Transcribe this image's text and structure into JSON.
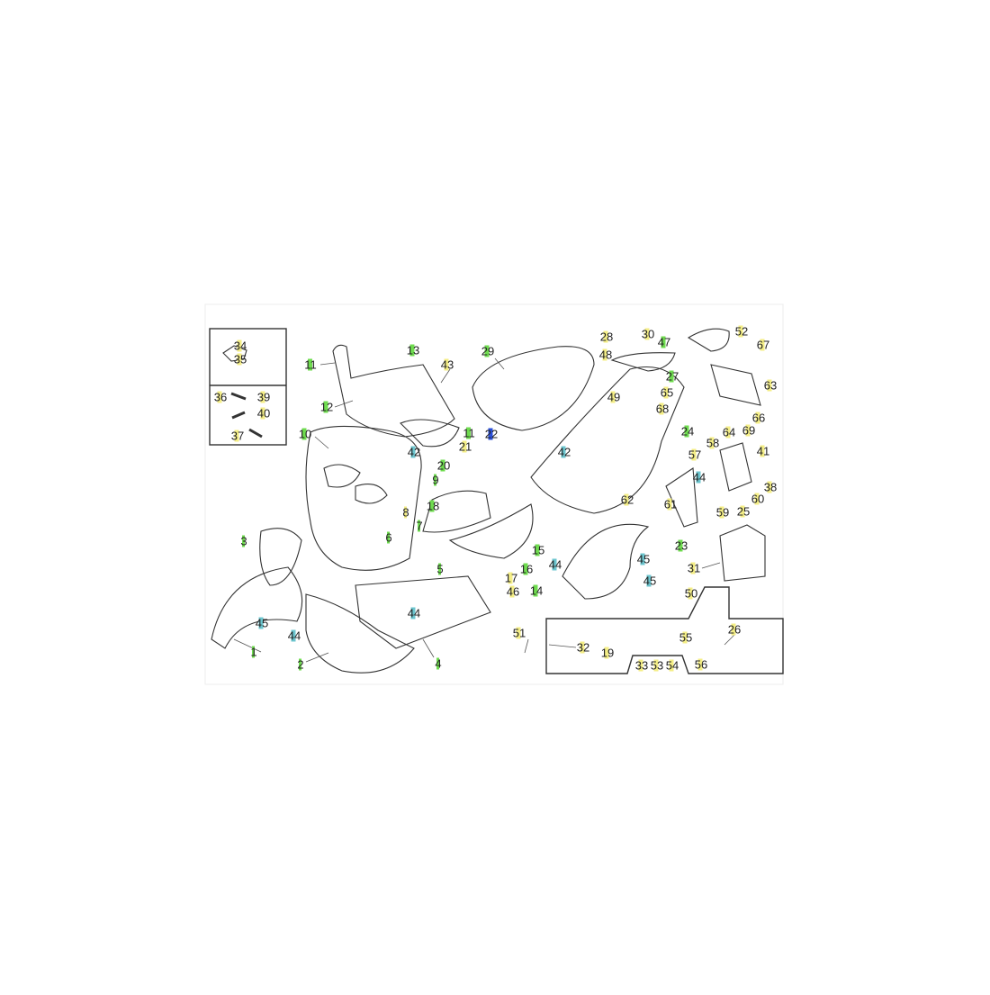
{
  "diagram": {
    "colors": {
      "green": "#6fdc4f",
      "yellow": "#f4ee86",
      "cyan": "#6cc6cf",
      "blue": "#2a4fd8",
      "line": "#333333"
    },
    "labels": [
      {
        "text": "34",
        "c": "y"
      },
      {
        "text": "35",
        "c": "y"
      },
      {
        "text": "36",
        "c": "y"
      },
      {
        "text": "39",
        "c": "y"
      },
      {
        "text": "40",
        "c": "y"
      },
      {
        "text": "37",
        "c": "y"
      },
      {
        "text": "11",
        "c": "g"
      },
      {
        "text": "13",
        "c": "g"
      },
      {
        "text": "43",
        "c": "y"
      },
      {
        "text": "29",
        "c": "g"
      },
      {
        "text": "28",
        "c": "y"
      },
      {
        "text": "30",
        "c": "y"
      },
      {
        "text": "48",
        "c": "y"
      },
      {
        "text": "47",
        "c": "g"
      },
      {
        "text": "52",
        "c": "y"
      },
      {
        "text": "67",
        "c": "y"
      },
      {
        "text": "12",
        "c": "g"
      },
      {
        "text": "49",
        "c": "y"
      },
      {
        "text": "27",
        "c": "g"
      },
      {
        "text": "65",
        "c": "y"
      },
      {
        "text": "63",
        "c": "y"
      },
      {
        "text": "68",
        "c": "y"
      },
      {
        "text": "66",
        "c": "y"
      },
      {
        "text": "24",
        "c": "g"
      },
      {
        "text": "64",
        "c": "y"
      },
      {
        "text": "69",
        "c": "y"
      },
      {
        "text": "10",
        "c": "g"
      },
      {
        "text": "11",
        "c": "g"
      },
      {
        "text": "22",
        "c": "b"
      },
      {
        "text": "21",
        "c": "y"
      },
      {
        "text": "42",
        "c": "c"
      },
      {
        "text": "42",
        "c": "c"
      },
      {
        "text": "58",
        "c": "y"
      },
      {
        "text": "41",
        "c": "y"
      },
      {
        "text": "57",
        "c": "y"
      },
      {
        "text": "44",
        "c": "c"
      },
      {
        "text": "38",
        "c": "y"
      },
      {
        "text": "20",
        "c": "g"
      },
      {
        "text": "9",
        "c": "g"
      },
      {
        "text": "62",
        "c": "y"
      },
      {
        "text": "61",
        "c": "y"
      },
      {
        "text": "60",
        "c": "y"
      },
      {
        "text": "59",
        "c": "y"
      },
      {
        "text": "25",
        "c": "y"
      },
      {
        "text": "8",
        "c": "y"
      },
      {
        "text": "18",
        "c": "g"
      },
      {
        "text": "7",
        "c": "g"
      },
      {
        "text": "6",
        "c": "g"
      },
      {
        "text": "3",
        "c": "g"
      },
      {
        "text": "23",
        "c": "g"
      },
      {
        "text": "15",
        "c": "g"
      },
      {
        "text": "16",
        "c": "g"
      },
      {
        "text": "44",
        "c": "c"
      },
      {
        "text": "45",
        "c": "c"
      },
      {
        "text": "45",
        "c": "c"
      },
      {
        "text": "31",
        "c": "y"
      },
      {
        "text": "5",
        "c": "g"
      },
      {
        "text": "17",
        "c": "y"
      },
      {
        "text": "46",
        "c": "y"
      },
      {
        "text": "14",
        "c": "g"
      },
      {
        "text": "50",
        "c": "y"
      },
      {
        "text": "45",
        "c": "c"
      },
      {
        "text": "44",
        "c": "c"
      },
      {
        "text": "44",
        "c": "c"
      },
      {
        "text": "51",
        "c": "y"
      },
      {
        "text": "32",
        "c": "y"
      },
      {
        "text": "19",
        "c": "y"
      },
      {
        "text": "26",
        "c": "y"
      },
      {
        "text": "55",
        "c": "y"
      },
      {
        "text": "33",
        "c": "y"
      },
      {
        "text": "53",
        "c": "y"
      },
      {
        "text": "54",
        "c": "y"
      },
      {
        "text": "56",
        "c": "y"
      },
      {
        "text": "1",
        "c": "g"
      },
      {
        "text": "2",
        "c": "g"
      },
      {
        "text": "4",
        "c": "g"
      }
    ]
  }
}
